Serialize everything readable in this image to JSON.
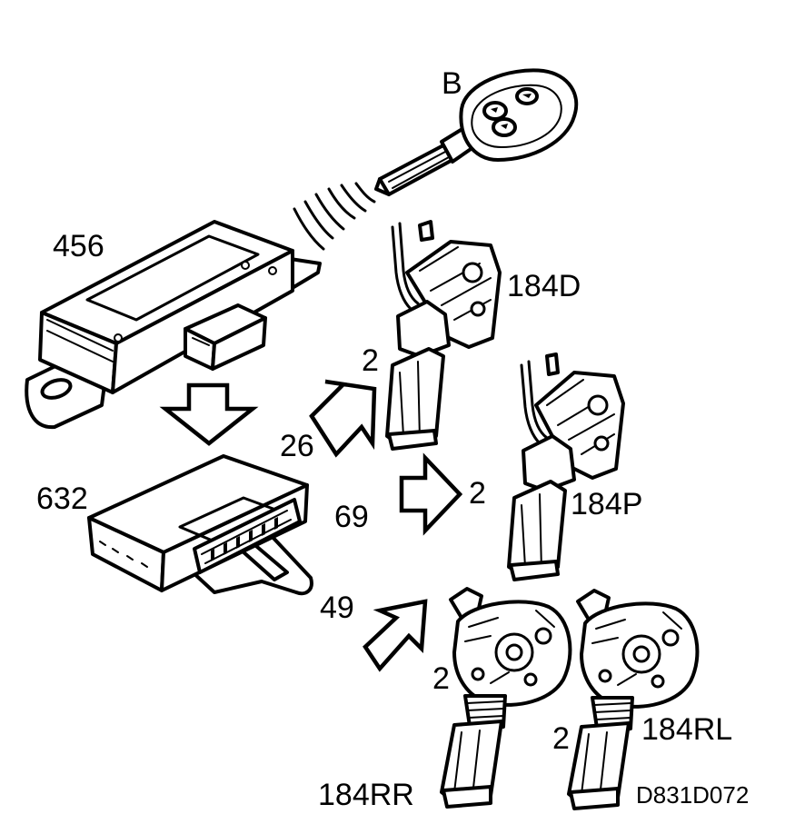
{
  "diagram": {
    "labels": {
      "key": "B",
      "receiver": "456",
      "control_module": "632",
      "actuator_driver": "184D",
      "actuator_passenger": "184P",
      "actuator_rear_right": "184RR",
      "actuator_rear_left": "184RL",
      "wire_26": "26",
      "wire_69": "69",
      "wire_49": "49",
      "qty_driver": "2",
      "qty_passenger": "2",
      "qty_rear_right": "2",
      "qty_rear_left": "2",
      "figure_id": "D831D072"
    }
  }
}
